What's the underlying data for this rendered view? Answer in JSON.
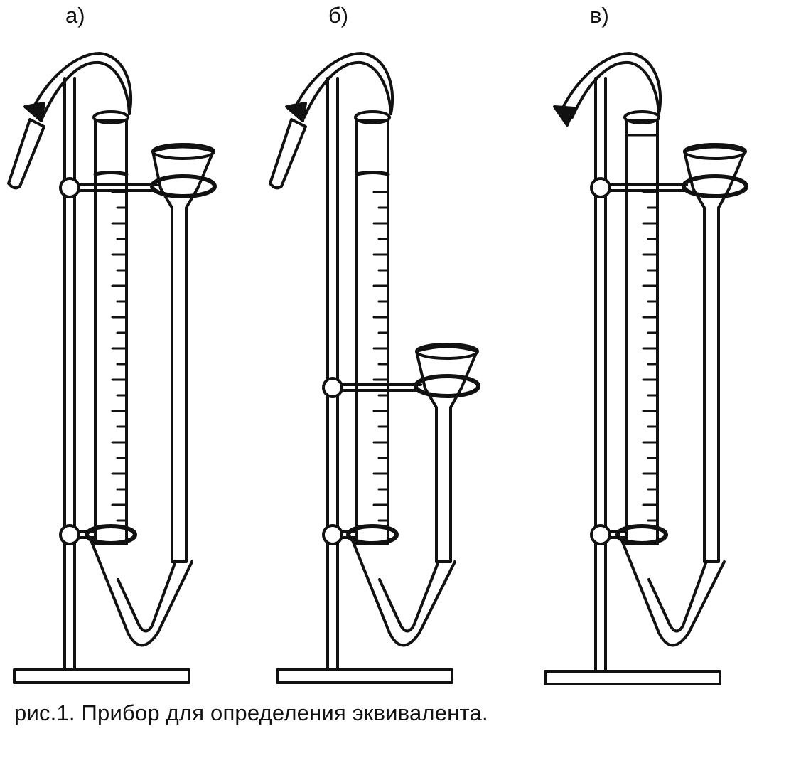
{
  "figure": {
    "labels": [
      "а)",
      "б)",
      "в)"
    ],
    "caption": "рис.1. Прибор для определения эквивалента."
  },
  "colors": {
    "ink": "#111111",
    "background": "#ffffff"
  }
}
